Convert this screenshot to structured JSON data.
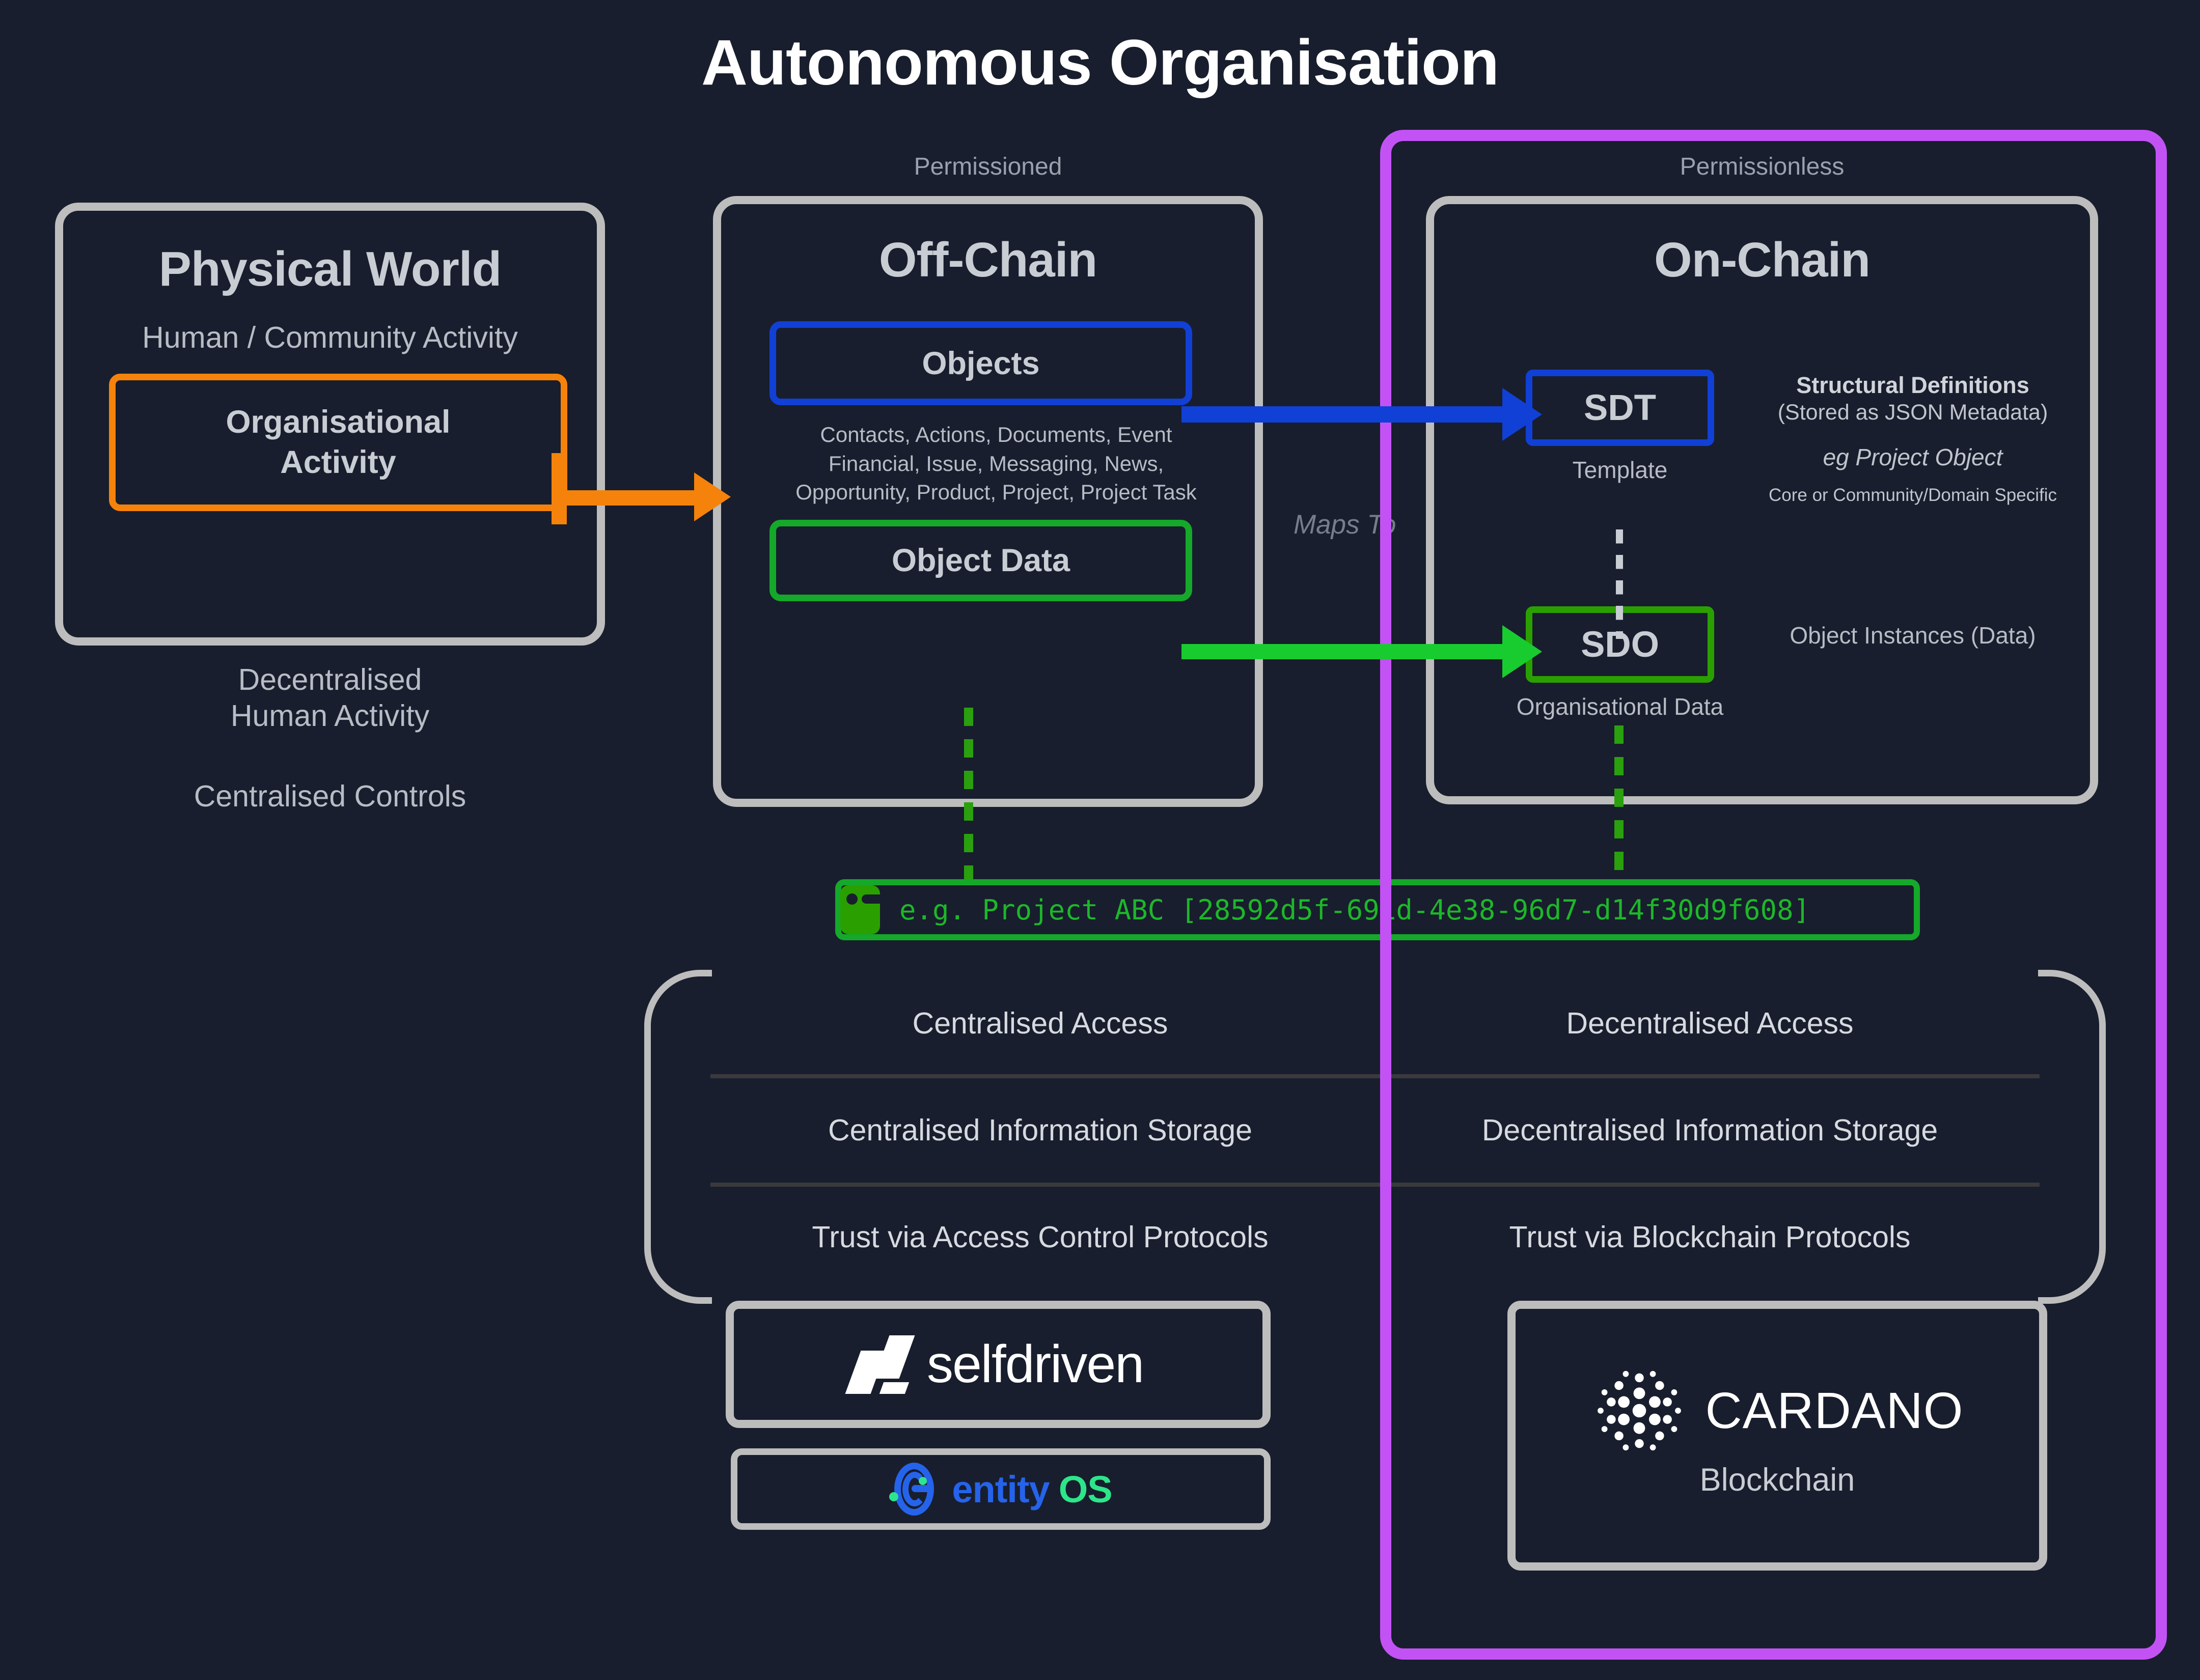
{
  "title": "Autonomous Organisation",
  "labels": {
    "permissioned": "Permissioned",
    "permissionless": "Permissionless",
    "maps_to": "Maps To"
  },
  "physical_world": {
    "title": "Physical World",
    "subtitle": "Human / Community Activity",
    "org_activity": "Organisational\nActivity",
    "note1": "Decentralised\nHuman Activity",
    "note2": "Centralised Controls"
  },
  "off_chain": {
    "title": "Off-Chain",
    "objects": "Objects",
    "objects_list": "Contacts, Actions, Documents, Event Financial, Issue, Messaging, News, Opportunity, Product, Project, Project Task",
    "object_data": "Object Data"
  },
  "on_chain": {
    "title": "On-Chain",
    "sdt": "SDT",
    "sdt_caption": "Template",
    "sdo": "SDO",
    "sdo_caption": "Organisational Data",
    "structural_definitions_heading": "Structural Definitions",
    "structural_definitions_sub": "(Stored as JSON Metadata)",
    "structural_definitions_eg": "eg Project Object",
    "structural_definitions_scope": "Core or Community/Domain Specific",
    "object_instances": "Object Instances (Data)"
  },
  "terminal": {
    "icon": "terminal-window-icon",
    "text": "e.g. Project ABC [28592d5f-691d-4e38-96d7-d14f30d9f608]"
  },
  "comparison": {
    "rows": [
      {
        "left": "Centralised Access",
        "right": "Decentralised Access"
      },
      {
        "left": "Centralised Information Storage",
        "right": "Decentralised Information Storage"
      },
      {
        "left": "Trust via Access Control Protocols",
        "right": "Trust via Blockchain Protocols"
      }
    ]
  },
  "logos": {
    "selfdriven": "selfdriven",
    "entity": "entity",
    "os": "OS",
    "cardano": "CARDANO",
    "cardano_sub": "Blockchain"
  },
  "colors": {
    "background": "#181e2d",
    "panel_border": "#bdbdbd",
    "permissionless_border": "#c352f5",
    "orange": "#f5820b",
    "blue": "#1140d6",
    "green": "#15a82a",
    "green_arrow": "#18cc30",
    "green_dash": "#2aa00e",
    "text": "#c8cdd4",
    "entity_blue": "#2563eb",
    "os_green": "#2de58a"
  }
}
